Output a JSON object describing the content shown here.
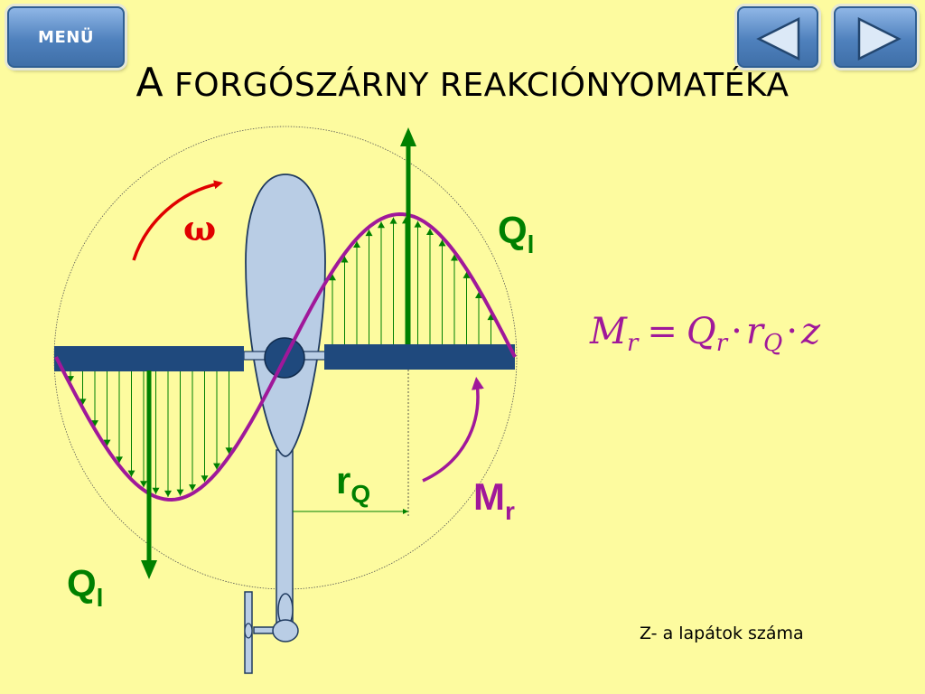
{
  "navigation": {
    "menu_label": "MENÜ",
    "prev_icon": "triangle-left-icon",
    "next_icon": "triangle-right-icon"
  },
  "title": {
    "first_letter": "A",
    "rest": "FORGÓSZÁRNY REAKCIÓNYOMATÉKA"
  },
  "diagram": {
    "labels": {
      "omega": "ω",
      "q_top": "Q",
      "q_top_sub": "l",
      "q_bottom": "Q",
      "q_bottom_sub": "l",
      "r": "r",
      "r_sub": "Q",
      "m": "M",
      "m_sub": "r"
    },
    "formula": {
      "lhs": "M",
      "lhs_sub": "r",
      "eq": "=",
      "q": "Q",
      "q_sub": "r",
      "dot1": "·",
      "r": "r",
      "r_sub": "Q",
      "dot2": "·",
      "z": "z"
    },
    "colors": {
      "background": "#fdfb9f",
      "blade": "#1f497d",
      "fuselage": "#b9cde5",
      "force": "#008000",
      "curve": "#a0189a",
      "rotation": "#e00000",
      "formula": "#a0189a"
    }
  },
  "footnote": "Z- a lapátok száma"
}
